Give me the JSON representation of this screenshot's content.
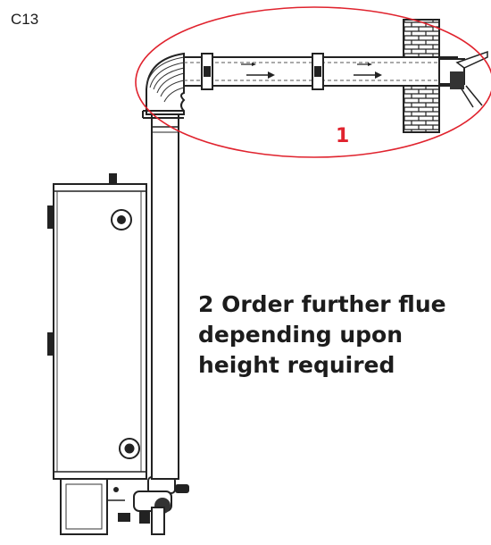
{
  "figure": {
    "code": "C13",
    "callout_number": "1",
    "note_lines": [
      "2 Order further flue",
      "depending upon",
      "height required"
    ],
    "colors": {
      "highlight": "#e0232e",
      "line": "#222222",
      "text": "#1c1c1c"
    }
  }
}
